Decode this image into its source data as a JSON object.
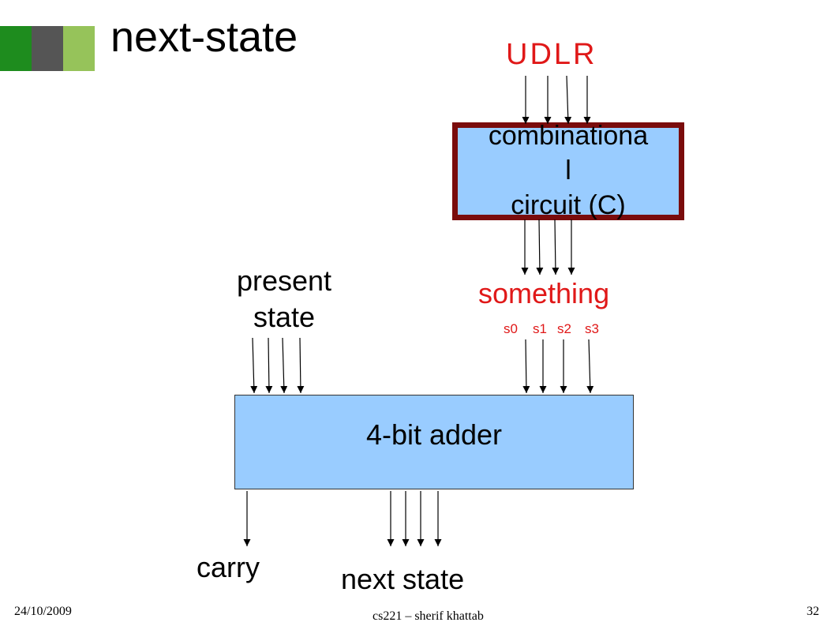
{
  "slide": {
    "title": "next-state",
    "footer_date": "24/10/2009",
    "footer_center": "cs221 – sherif khattab",
    "page_number": "32"
  },
  "colors": {
    "logo": [
      "#1e8c1e",
      "#555555",
      "#96c35a"
    ],
    "box_fill": "#99ccff",
    "comb_border": "#7a0c0c",
    "red_text": "#e01818"
  },
  "diagram": {
    "inputs_label": "UDLR",
    "comb_circuit_label": "combinationa\nl\ncircuit (C)",
    "comb_output_label": "something",
    "comb_output_bits": [
      "s0",
      "s1",
      "s2",
      "s3"
    ],
    "present_state_label": "present\nstate",
    "adder_label": "4-bit adder",
    "carry_label": "carry",
    "next_state_label": "next state"
  }
}
